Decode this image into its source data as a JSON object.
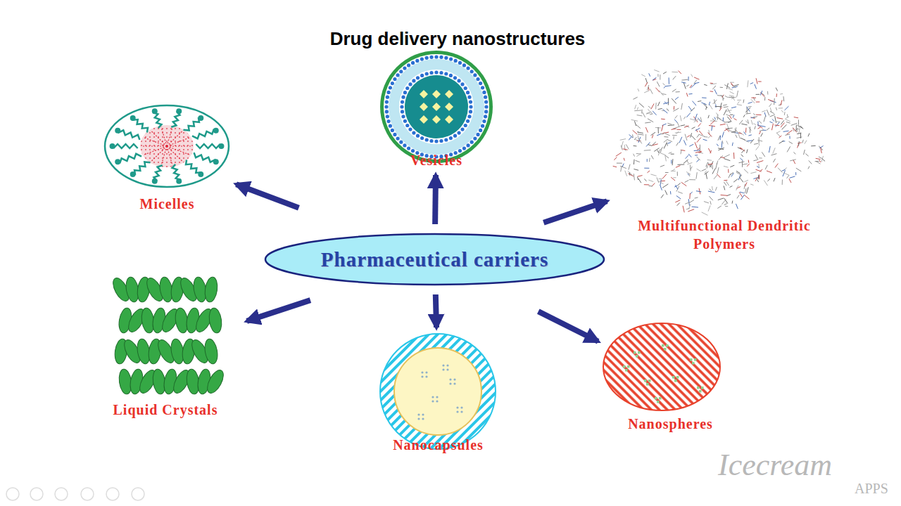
{
  "diagram": {
    "title": "Drug delivery nanostructures",
    "nodes": [
      {
        "text": [
          "Micelles"
        ]
      },
      {
        "text": [
          "Vesicles"
        ]
      },
      {
        "text": [
          "Multifunctional Dendritic Polymers"
        ]
      },
      {
        "text": [
          "Pharmaceutical carriers"
        ]
      },
      {
        "text": [
          "Liquid Crystals"
        ]
      },
      {
        "text": [
          "Nanocapsules"
        ]
      },
      {
        "text": [
          "Nanospheres"
        ]
      }
    ],
    "edges": [
      {
        "from": 3,
        "to": 0,
        "arrow": "to"
      },
      {
        "from": 3,
        "to": 1,
        "arrow": "to"
      },
      {
        "from": 3,
        "to": 2,
        "arrow": "to"
      },
      {
        "from": 3,
        "to": 4,
        "arrow": "to"
      },
      {
        "from": 3,
        "to": 5,
        "arrow": "to"
      },
      {
        "from": 3,
        "to": 6,
        "arrow": "to"
      }
    ],
    "labels": [
      "Icecream",
      "APPS"
    ]
  }
}
